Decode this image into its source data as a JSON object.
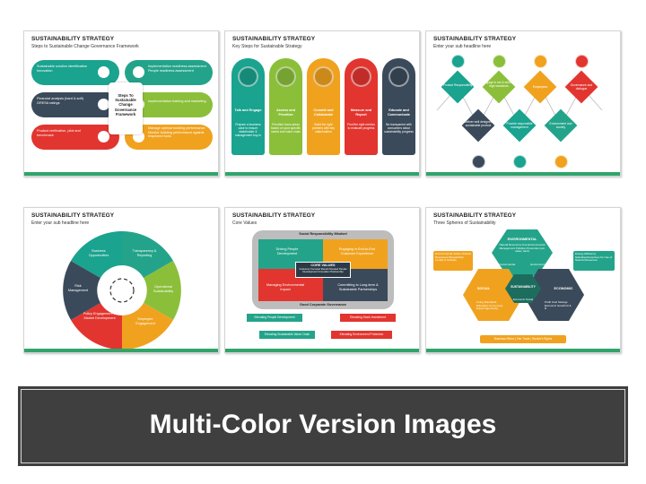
{
  "slide1": {
    "title": "SUSTAINABILITY STRATEGY",
    "subtitle": "Steps to Sustainable Change Governance Framework",
    "center": "Steps To Sustainable Change Governance Framework",
    "left": [
      "Sustainable solution identification Innovation",
      "Financial analysis (hard & soft) GRESA ratings",
      "Product verification, pilot and benchmark"
    ],
    "right": [
      "Implementation readiness assessment People readiness assessment",
      "Implementation training and marketing",
      "Manage optimal building performance Monitor building performance against respected tools"
    ],
    "colors": [
      "#1aa38f",
      "#3b4a5a",
      "#e2352f",
      "#23a48a",
      "#8bbf3a",
      "#f0a21f"
    ]
  },
  "slide2": {
    "title": "SUSTAINABILITY STRATEGY",
    "subtitle": "Key Steps for Sustainable Strategy",
    "columns": [
      {
        "title": "Talk and Engage",
        "text": "Prepare a business case to ensure stakeholder & management buy-in",
        "color": "#1aa38f"
      },
      {
        "title": "Assess and Prioritize",
        "text": "Prioritize focus areas based on your specific needs and value chain",
        "color": "#8bbf3a"
      },
      {
        "title": "Commit and Collaborate",
        "text": "Build the right partners with key stakeholders",
        "color": "#f0a21f"
      },
      {
        "title": "Measure and Report",
        "text": "Find the right metrics to evaluate progress",
        "color": "#e2352f"
      },
      {
        "title": "Educate and Communicate",
        "text": "Be transparent with consumers about sustainability progress",
        "color": "#3b4a5a"
      }
    ]
  },
  "slide3": {
    "title": "SUSTAINABILITY STRATEGY",
    "subtitle": "Enter your sub headline here",
    "top": [
      "Product Responsibility",
      "Engage in set & enforce high standards",
      "Employees",
      "Governance and dialogue"
    ],
    "bottom": [
      "Deliver well designed sustainable product",
      "Provide responsible management",
      "Environment and society"
    ],
    "colors": [
      "#1aa38f",
      "#8bbf3a",
      "#f0a21f",
      "#e2352f",
      "#3b4a5a"
    ]
  },
  "slide4": {
    "title": "SUSTAINABILITY STRATEGY",
    "subtitle": "Enter your sub headline here",
    "segments": [
      "Business Opportunities",
      "Transparency & Reporting",
      "Operational Sustainability",
      "Employee Engagement",
      "Policy Engagement & Market Development",
      "Risk Management"
    ],
    "colors": [
      "#1aa38f",
      "#23a48a",
      "#8bbf3a",
      "#f0a21f",
      "#e2352f",
      "#3b4a5a"
    ]
  },
  "slide5": {
    "title": "SUSTAINABILITY STRATEGY",
    "subtitle": "Core Values",
    "mindset": "Social Responsibility Mindset",
    "quadrants": [
      "Driving People Development",
      "Engaging in End-to-End Customer Experience",
      "Managing Environmental Impact",
      "Committing to Long-term & Sustainable Partnerships"
    ],
    "core_title": "CORE VALUES",
    "core_text": "Customer Focused  Result Oriented  People Development  Innovation  Partnership",
    "governance": "Good Corporate Governance",
    "arrows": [
      "Elevating People Development",
      "Elevating Stock Investment",
      "Elevating Sustainable Value Chain",
      "Elevating Environment Protection"
    ],
    "colors": [
      "#23a48a",
      "#f0a21f",
      "#e2352f",
      "#3b4a5a"
    ]
  },
  "slide6": {
    "title": "SUSTAINABILITY STRATEGY",
    "subtitle": "Three Spheres of Sustainability",
    "environmental": "ENVIRONMENTAL",
    "env_text": "Natural Resources Use Environmental Management Pollution Prevention (air, water, land)",
    "social": "SOCIAL",
    "economic": "ECONOMIC",
    "sustainability": "SUSTAINABILITY",
    "social_env": "Social Environmental",
    "env_econ": "Environmental Economic",
    "econ_social": "Economic Social",
    "left_box": "Environmental Justice Natural Resources Stewardship Locally & Globally",
    "right_box": "Energy Efficiency Subsidies/Incentives for Use of Natural Resources",
    "social_list": "Living Standards Education Community Equal Opportunity",
    "econ_list": "Profit Cost Savings Economic Growth R & D",
    "bottom_box": "Business Ethics | Fair Trade | Worker's Rights",
    "colors": [
      "#23a48a",
      "#f0a21f",
      "#3b4a5a"
    ]
  },
  "banner": {
    "text": "Multi-Color Version Images"
  }
}
